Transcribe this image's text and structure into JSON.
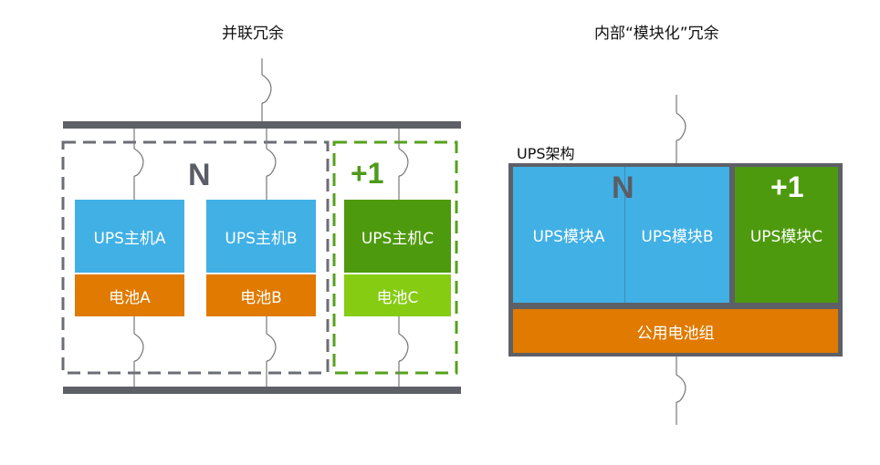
{
  "left": {
    "title": "并联冗余",
    "n_label": "N",
    "plus_label": "+1",
    "units": [
      {
        "ups": "UPS主机A",
        "battery": "电池A"
      },
      {
        "ups": "UPS主机B",
        "battery": "电池B"
      },
      {
        "ups": "UPS主机C",
        "battery": "电池C"
      }
    ]
  },
  "right": {
    "title": "内部“模块化”冗余",
    "frame_label": "UPS架构",
    "n_label": "N",
    "plus_label": "+1",
    "modules": [
      "UPS模块A",
      "UPS模块B",
      "UPS模块C"
    ],
    "shared_battery": "公用电池组"
  },
  "colors": {
    "ups_blue": "#41b0e4",
    "battery_orange": "#e07a00",
    "green_dark": "#4e9a0e",
    "green_light": "#86cc12",
    "bus_gray": "#5d6066",
    "dash_gray": "#6b6e74",
    "dash_green": "#56a11c"
  }
}
